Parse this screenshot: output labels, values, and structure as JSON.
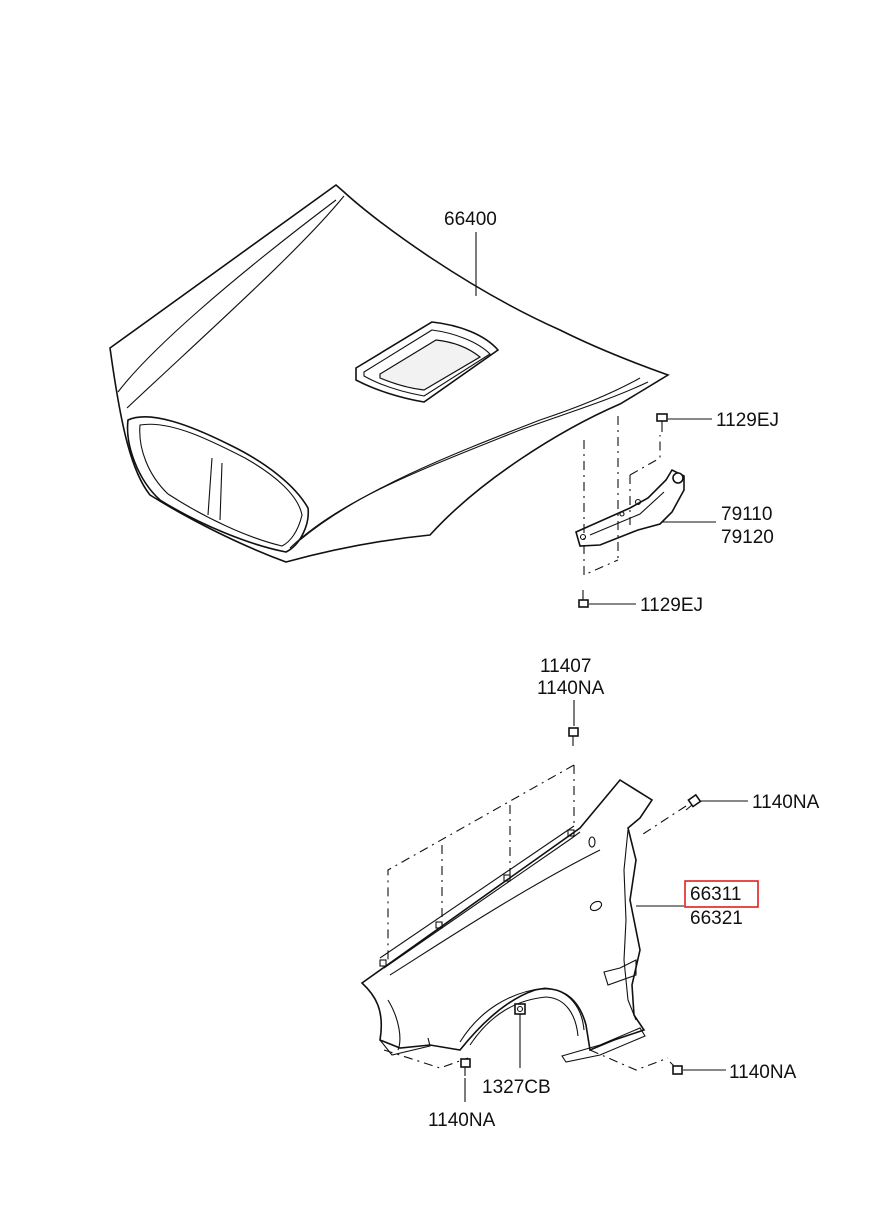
{
  "parts": {
    "hood": "66400",
    "hood_bolt_upper": "1129EJ",
    "hinge_lh": "79110",
    "hinge_rh": "79120",
    "hood_bolt_lower": "1129EJ",
    "fender_bolt_top_a": "11407",
    "fender_bolt_top_b": "1140NA",
    "fender_bolt_rear_upper": "1140NA",
    "fender_lh": "66311",
    "fender_rh": "66321",
    "fender_bolt_rear_lower": "1140NA",
    "fender_nut": "1327CB",
    "fender_bolt_front_lower": "1140NA"
  },
  "highlight": {
    "part": "66311",
    "color": "#e02020"
  }
}
